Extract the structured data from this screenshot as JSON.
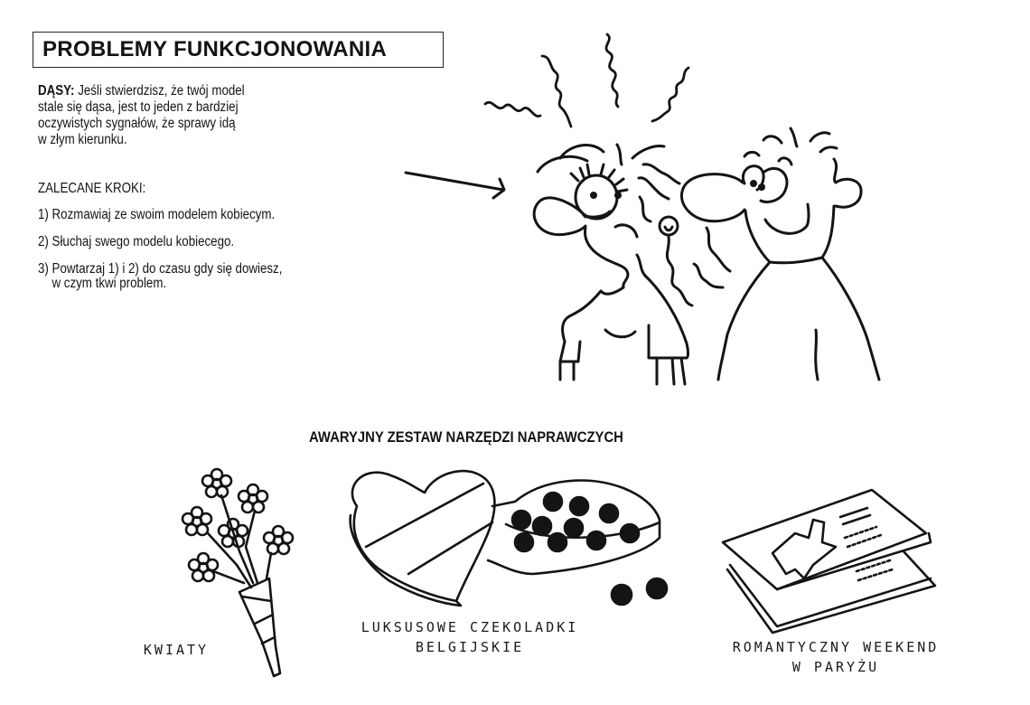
{
  "header": {
    "title": "PROBLEMY FUNKCJONOWANIA"
  },
  "intro": {
    "label": "DĄSY:",
    "lines": [
      " Jeśli stwierdzisz, że twój model",
      "stale się dąsa, jest to jeden z bardziej",
      "oczywistych sygnałów, że sprawy idą",
      "w złym kierunku."
    ]
  },
  "steps": {
    "label": "ZALECANE KROKI:",
    "items": [
      {
        "text": "1) Rozmawiaj ze swoim modelem kobiecym."
      },
      {
        "text": "2) Słuchaj swego modelu kobiecego."
      },
      {
        "text": "3) Powtarzaj 1) i 2) do czasu gdy się dowiesz,",
        "continuation": "w czym tkwi problem."
      }
    ]
  },
  "illustration": {
    "subject": "sulking woman and smiling man cartoon",
    "arrow": "arrow-pointing-to-woman"
  },
  "kit": {
    "title": "AWARYJNY ZESTAW NARZĘDZI NAPRAWCZYCH",
    "items": [
      {
        "icon": "flower-bouquet-icon",
        "label_lines": [
          "KWIATY"
        ]
      },
      {
        "icon": "heart-chocolate-box-icon",
        "label_lines": [
          "LUKSUSOWE CZEKOLADKI",
          "BELGIJSKIE"
        ]
      },
      {
        "icon": "plane-tickets-icon",
        "label_lines": [
          "ROMANTYCZNY WEEKEND",
          "W PARYŻU"
        ]
      }
    ]
  },
  "colors": {
    "ink": "#141414",
    "paper": "#ffffff"
  }
}
